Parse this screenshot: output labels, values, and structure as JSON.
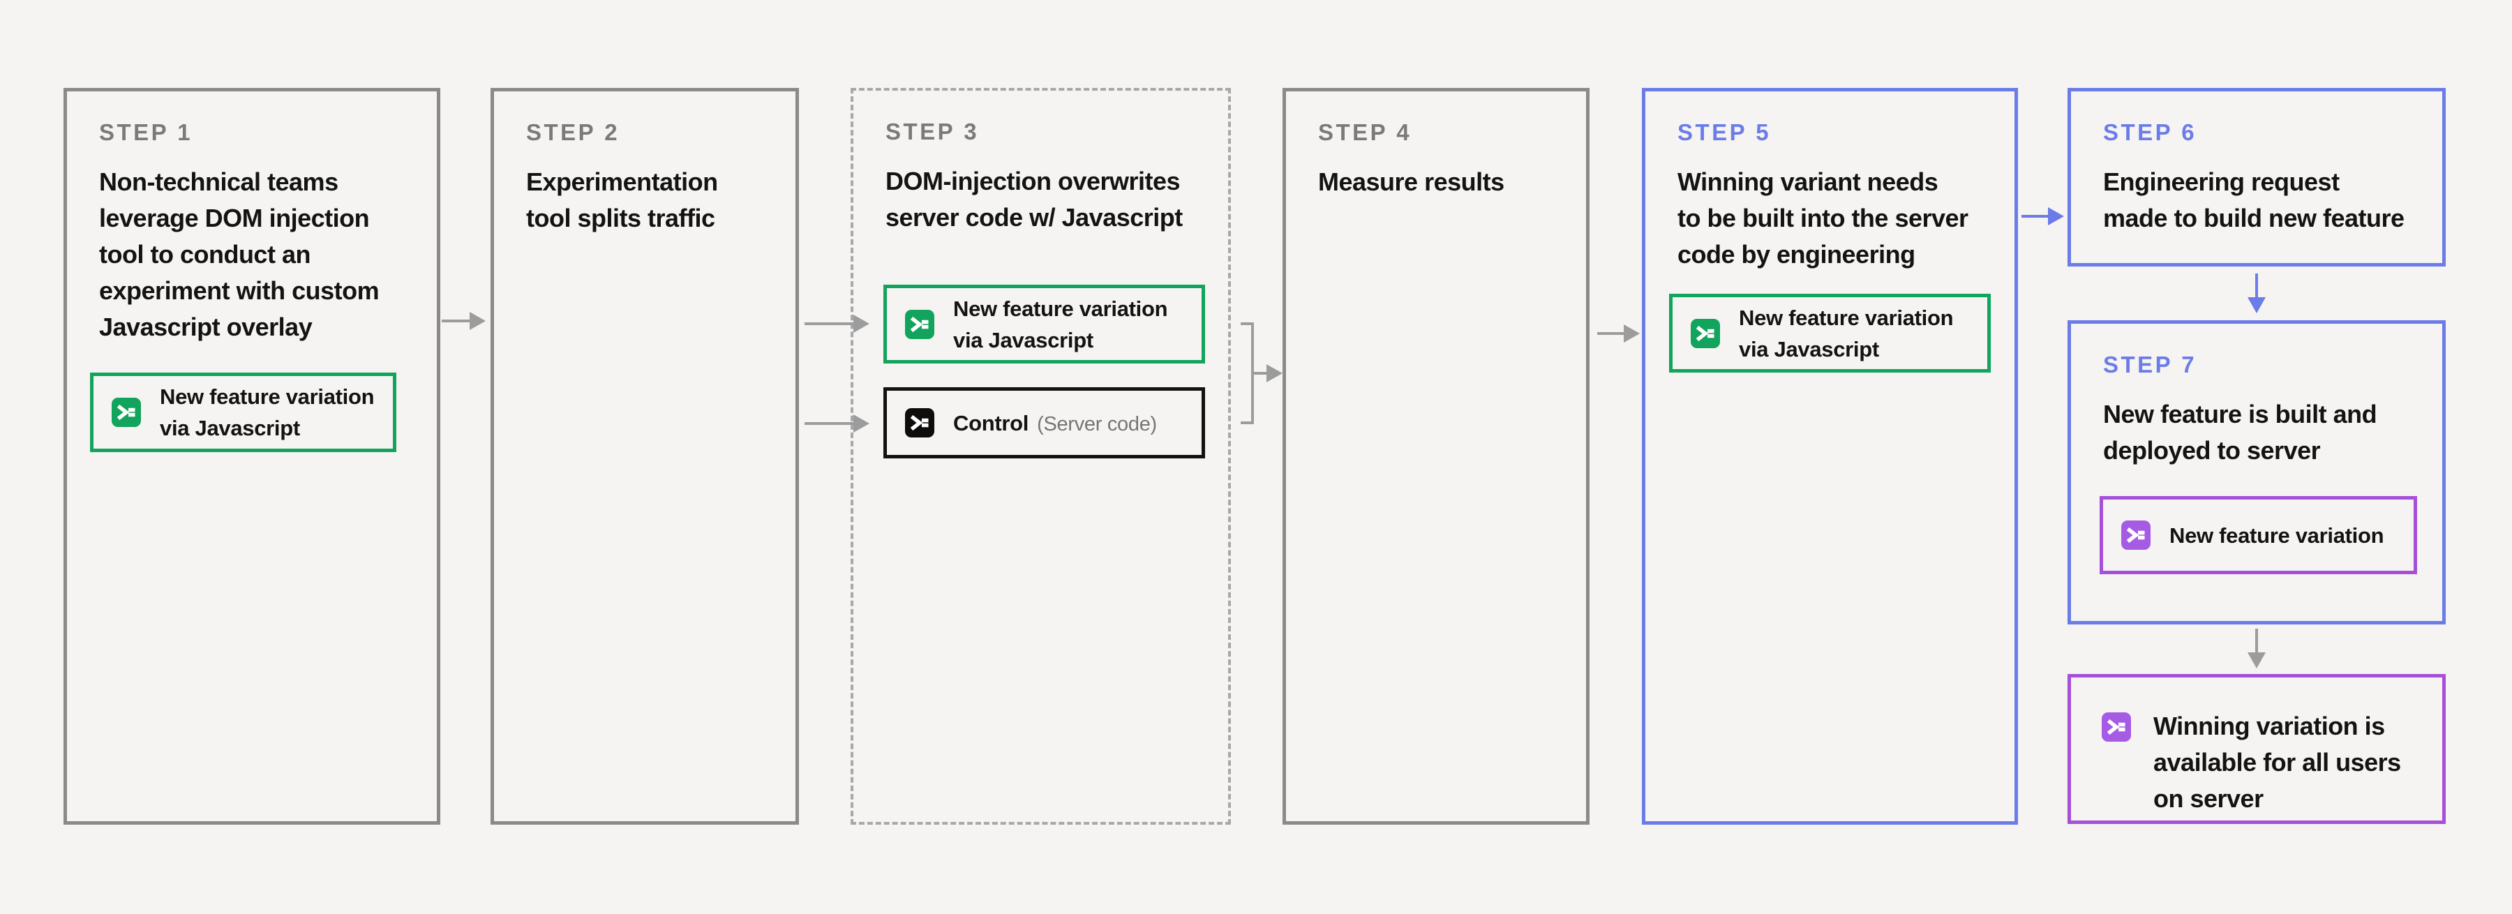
{
  "colors": {
    "bg": "#F5F4F2",
    "gray-border": "#8A8A8A",
    "dash-border": "#A8A8A8",
    "arrow": "#9C9C9C",
    "step-label": "#7A7A7A",
    "text": "#131313",
    "muted": "#757575",
    "green": "#12A45C",
    "blue": "#6B7CE8",
    "purple-border": "#A64FD8",
    "purple-icon": "#A55BE4"
  },
  "icons": {
    "chip_icon": "terminal-prompt-icon"
  },
  "steps": [
    {
      "label": "STEP 1",
      "body": "Non-technical teams\nleverage DOM injection\ntool to conduct an\nexperiment with custom\nJavascript overlay",
      "chip": {
        "text": "New feature variation\nvia Javascript"
      }
    },
    {
      "label": "STEP 2",
      "body": "Experimentation\ntool splits traffic"
    },
    {
      "label": "STEP 3",
      "body": "DOM-injection overwrites\nserver code w/ Javascript",
      "chip": {
        "text": "New feature variation\nvia Javascript"
      },
      "control_chip": {
        "text": "Control",
        "suffix": "(Server code)"
      }
    },
    {
      "label": "STEP 4",
      "body": "Measure results"
    },
    {
      "label": "STEP 5",
      "body": "Winning variant needs\nto be built into the server\ncode by engineering",
      "chip": {
        "text": "New feature variation\nvia Javascript"
      }
    },
    {
      "label": "STEP 6",
      "body": "Engineering request\nmade to build new feature"
    },
    {
      "label": "STEP 7",
      "body": "New feature is built and\ndeployed to server",
      "chip": {
        "text": "New feature variation"
      }
    }
  ],
  "outcome": {
    "text": "Winning variation is\navailable for all users\non server"
  }
}
